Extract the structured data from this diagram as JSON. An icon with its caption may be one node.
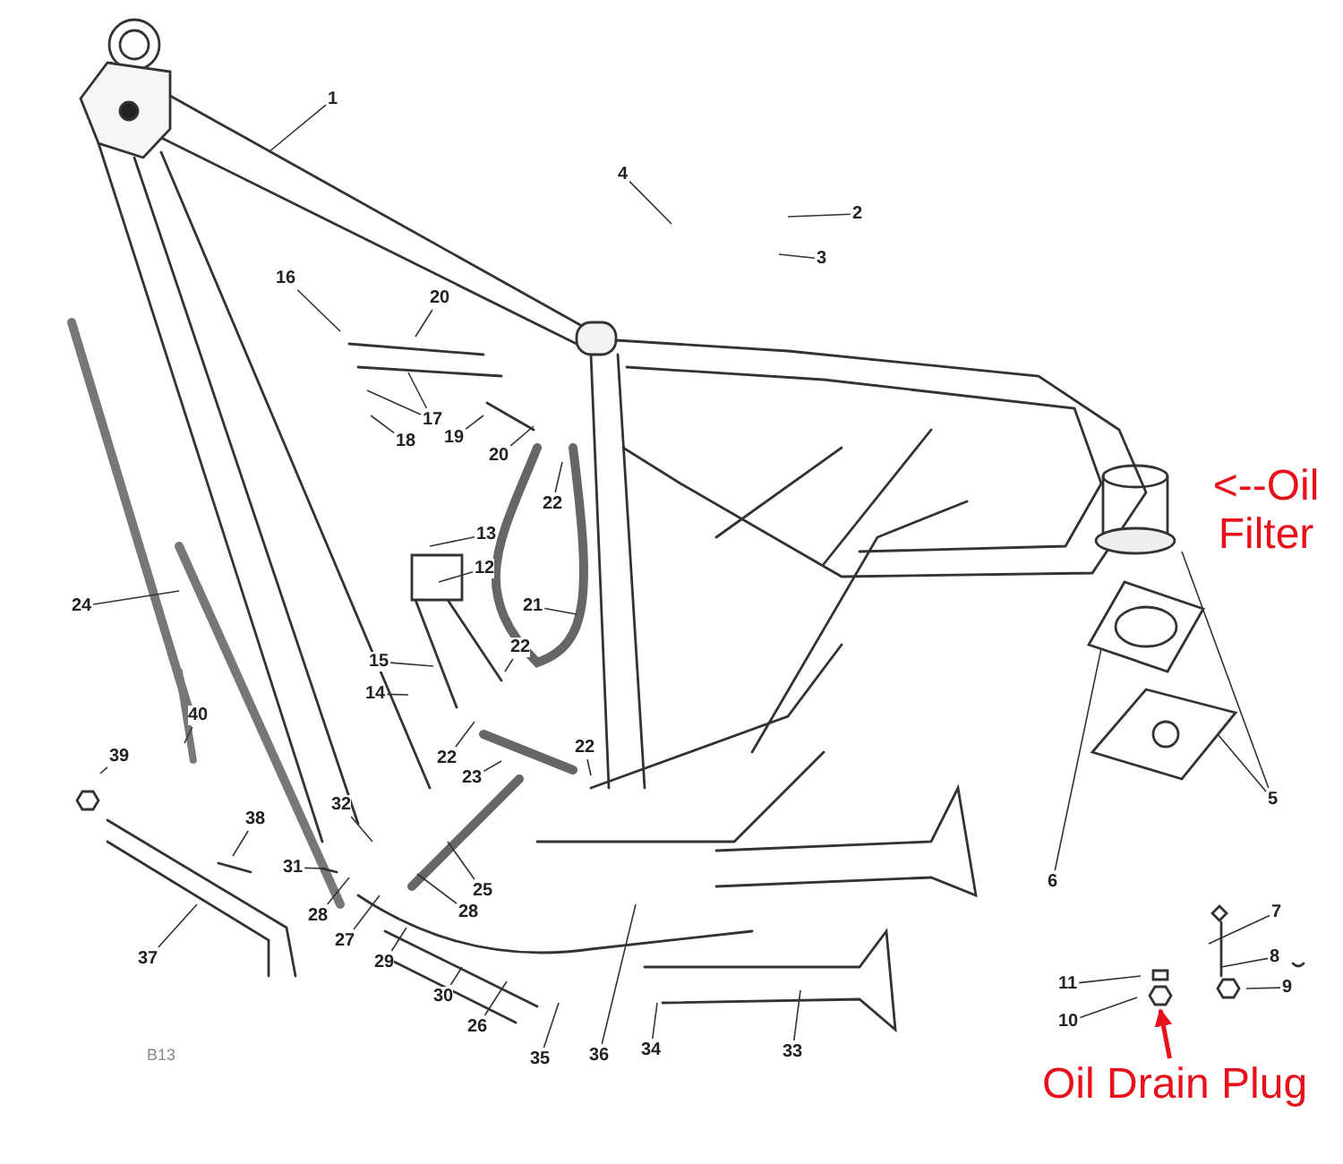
{
  "diagram": {
    "nodes": [
      {
        "text": [
          "1"
        ]
      },
      {
        "text": [
          "2"
        ]
      },
      {
        "text": [
          "3"
        ]
      },
      {
        "text": [
          "4"
        ]
      },
      {
        "text": [
          "16"
        ]
      },
      {
        "text": [
          "20"
        ]
      },
      {
        "text": [
          "17"
        ]
      },
      {
        "text": [
          "18"
        ]
      },
      {
        "text": [
          "19"
        ]
      },
      {
        "text": [
          "20"
        ]
      },
      {
        "text": [
          "22"
        ]
      },
      {
        "text": [
          "13"
        ]
      },
      {
        "text": [
          "12"
        ]
      },
      {
        "text": [
          "24"
        ]
      },
      {
        "text": [
          "21"
        ]
      },
      {
        "text": [
          "22"
        ]
      },
      {
        "text": [
          "15"
        ]
      },
      {
        "text": [
          "14"
        ]
      },
      {
        "text": [
          "40"
        ]
      },
      {
        "text": [
          "22"
        ]
      },
      {
        "text": [
          "22"
        ]
      },
      {
        "text": [
          "23"
        ]
      },
      {
        "text": [
          "39"
        ]
      },
      {
        "text": [
          "32"
        ]
      },
      {
        "text": [
          "38"
        ]
      },
      {
        "text": [
          "31"
        ]
      },
      {
        "text": [
          "25"
        ]
      },
      {
        "text": [
          "28"
        ]
      },
      {
        "text": [
          "28"
        ]
      },
      {
        "text": [
          "27"
        ]
      },
      {
        "text": [
          "29"
        ]
      },
      {
        "text": [
          "37"
        ]
      },
      {
        "text": [
          "30"
        ]
      },
      {
        "text": [
          "26"
        ]
      },
      {
        "text": [
          "35"
        ]
      },
      {
        "text": [
          "36"
        ]
      },
      {
        "text": [
          "34"
        ]
      },
      {
        "text": [
          "33"
        ]
      },
      {
        "text": [
          "5"
        ]
      },
      {
        "text": [
          "6"
        ]
      },
      {
        "text": [
          "7"
        ]
      },
      {
        "text": [
          "8"
        ]
      },
      {
        "text": [
          "9"
        ]
      },
      {
        "text": [
          "11"
        ]
      },
      {
        "text": [
          "10"
        ]
      },
      {
        "text": [
          "Oil Drain Plug"
        ]
      }
    ],
    "edges": [
      {
        "from": 0,
        "to": null,
        "arrow": "none"
      },
      {
        "from": 1,
        "to": null,
        "arrow": "none"
      },
      {
        "from": 2,
        "to": null,
        "arrow": "none"
      },
      {
        "from": 3,
        "to": null,
        "arrow": "none"
      },
      {
        "from": 4,
        "to": null,
        "arrow": "none"
      },
      {
        "from": 5,
        "to": null,
        "arrow": "none"
      },
      {
        "from": 6,
        "to": null,
        "arrow": "none"
      },
      {
        "from": 6,
        "to": null,
        "arrow": "none"
      },
      {
        "from": 7,
        "to": null,
        "arrow": "none"
      },
      {
        "from": 8,
        "to": null,
        "arrow": "none"
      },
      {
        "from": 9,
        "to": null,
        "arrow": "none"
      },
      {
        "from": 10,
        "to": null,
        "arrow": "none"
      },
      {
        "from": 11,
        "to": null,
        "arrow": "none"
      },
      {
        "from": 12,
        "to": null,
        "arrow": "none"
      },
      {
        "from": 13,
        "to": null,
        "arrow": "none"
      },
      {
        "from": 14,
        "to": null,
        "arrow": "none"
      },
      {
        "from": 15,
        "to": null,
        "arrow": "none"
      },
      {
        "from": 16,
        "to": null,
        "arrow": "none"
      },
      {
        "from": 17,
        "to": null,
        "arrow": "none"
      },
      {
        "from": 18,
        "to": null,
        "arrow": "none"
      },
      {
        "from": 19,
        "to": null,
        "arrow": "none"
      },
      {
        "from": 20,
        "to": null,
        "arrow": "none"
      },
      {
        "from": 21,
        "to": null,
        "arrow": "none"
      },
      {
        "from": 22,
        "to": null,
        "arrow": "none"
      },
      {
        "from": 23,
        "to": null,
        "arrow": "none"
      },
      {
        "from": 24,
        "to": null,
        "arrow": "none"
      },
      {
        "from": 25,
        "to": null,
        "arrow": "none"
      },
      {
        "from": 26,
        "to": null,
        "arrow": "none"
      },
      {
        "from": 27,
        "to": null,
        "arrow": "none"
      },
      {
        "from": 28,
        "to": null,
        "arrow": "none"
      },
      {
        "from": 29,
        "to": null,
        "arrow": "none"
      },
      {
        "from": 30,
        "to": null,
        "arrow": "none"
      },
      {
        "from": 31,
        "to": null,
        "arrow": "none"
      },
      {
        "from": 32,
        "to": null,
        "arrow": "none"
      },
      {
        "from": 33,
        "to": null,
        "arrow": "none"
      },
      {
        "from": 34,
        "to": null,
        "arrow": "none"
      },
      {
        "from": 35,
        "to": null,
        "arrow": "none"
      },
      {
        "from": 36,
        "to": null,
        "arrow": "none"
      },
      {
        "from": 37,
        "to": null,
        "arrow": "none"
      },
      {
        "from": 38,
        "to": null,
        "arrow": "none"
      },
      {
        "from": 38,
        "to": null,
        "arrow": "none"
      },
      {
        "from": 39,
        "to": null,
        "arrow": "none"
      },
      {
        "from": 40,
        "to": null,
        "arrow": "none"
      },
      {
        "from": 41,
        "to": null,
        "arrow": "none"
      },
      {
        "from": 42,
        "to": null,
        "arrow": "none"
      },
      {
        "from": 43,
        "to": null,
        "arrow": "none"
      },
      {
        "from": 44,
        "to": null,
        "arrow": "none"
      },
      {
        "from": 45,
        "to": null,
        "arrow": "to",
        "style": "thick",
        "color": "#e8101a"
      }
    ],
    "labels": [
      "<--Oil Filter",
      "B13"
    ]
  }
}
